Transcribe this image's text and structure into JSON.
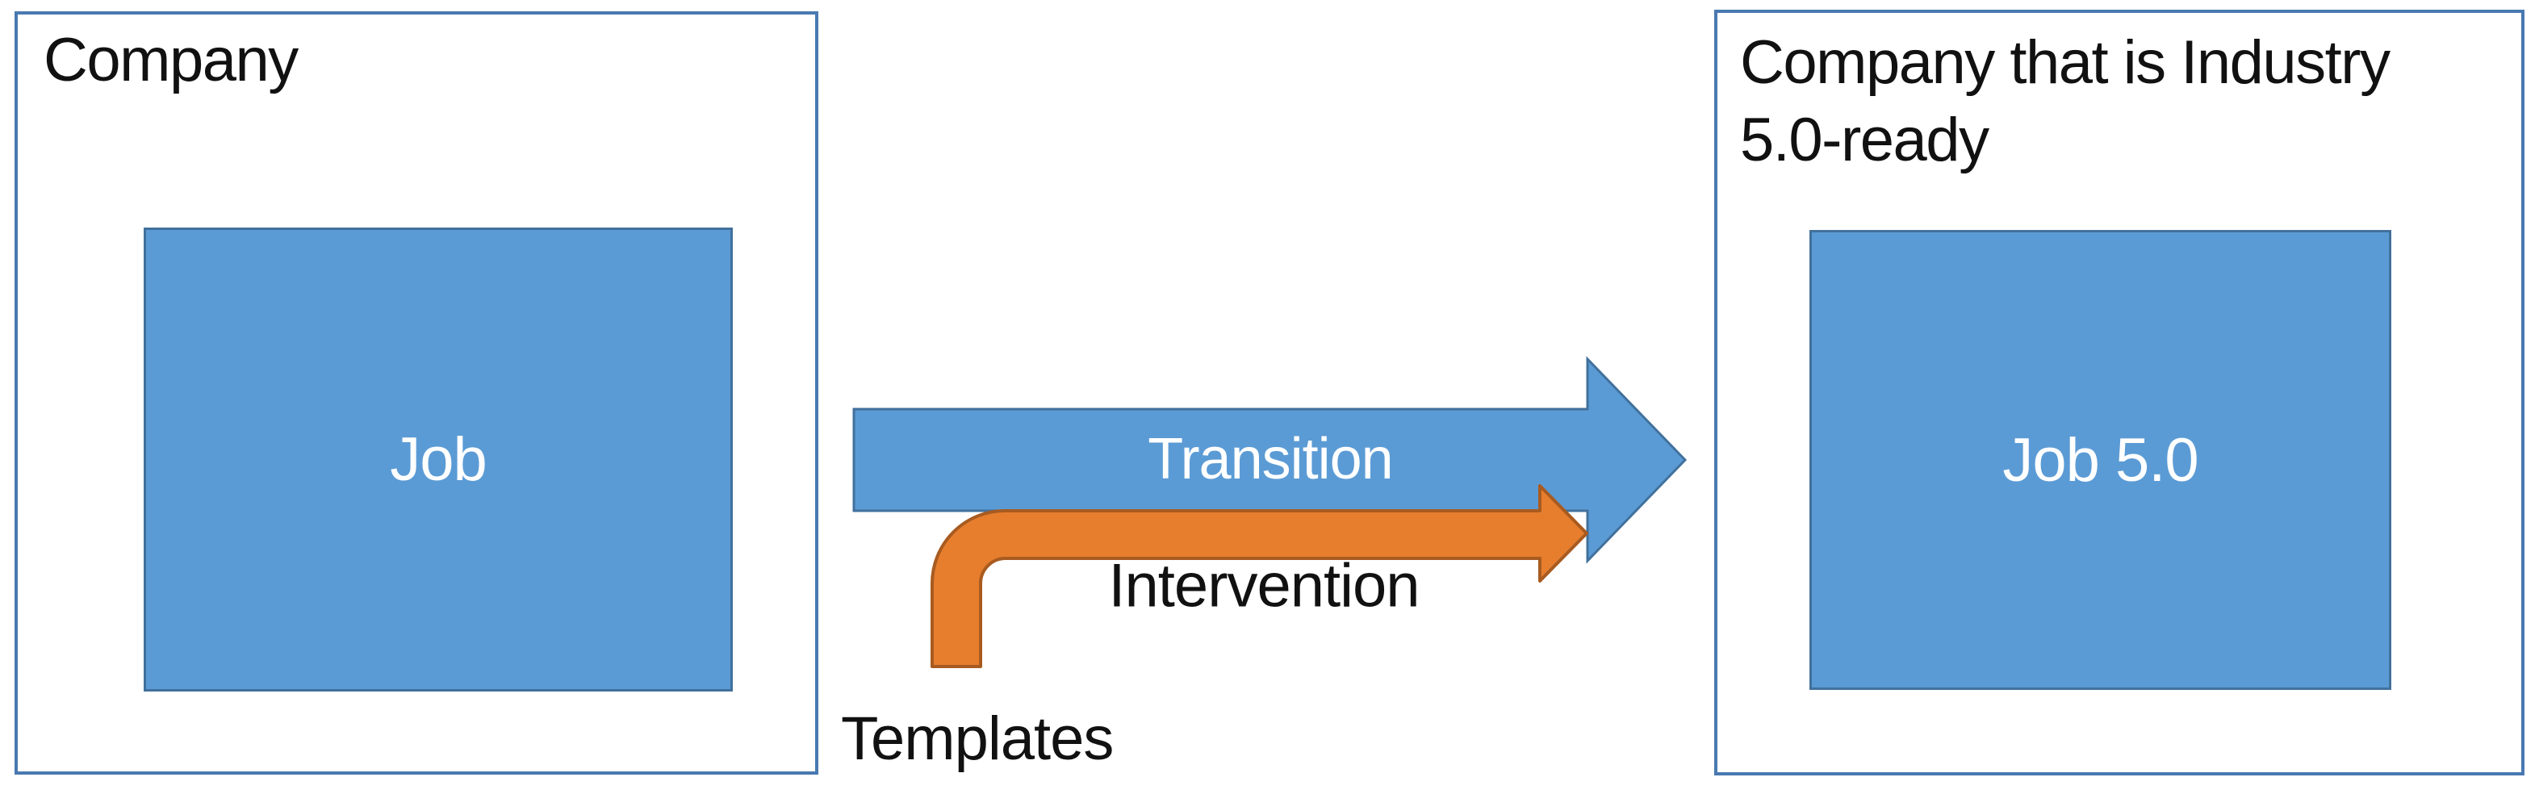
{
  "canvas": {
    "background": "#FFFFFF"
  },
  "colors": {
    "shape_blue_fill": "#5B9BD5",
    "shape_blue_stroke": "#41719C",
    "arrow_orange_fill": "#E67E2E",
    "arrow_orange_stroke": "#A85B20",
    "container_border_blue": "#4979B0",
    "label_text": "#111111",
    "arrow_label_text": "#FFFFFF"
  },
  "left_container": {
    "title": "Company",
    "job_box_label": "Job"
  },
  "right_container": {
    "title_line1": "Company that is Industry",
    "title_line2": "5.0-ready",
    "job_box_label": "Job 5.0"
  },
  "flow": {
    "transition_arrow_label": "Transition",
    "intervention_arrow_label": "Intervention",
    "templates_label": "Templates"
  }
}
